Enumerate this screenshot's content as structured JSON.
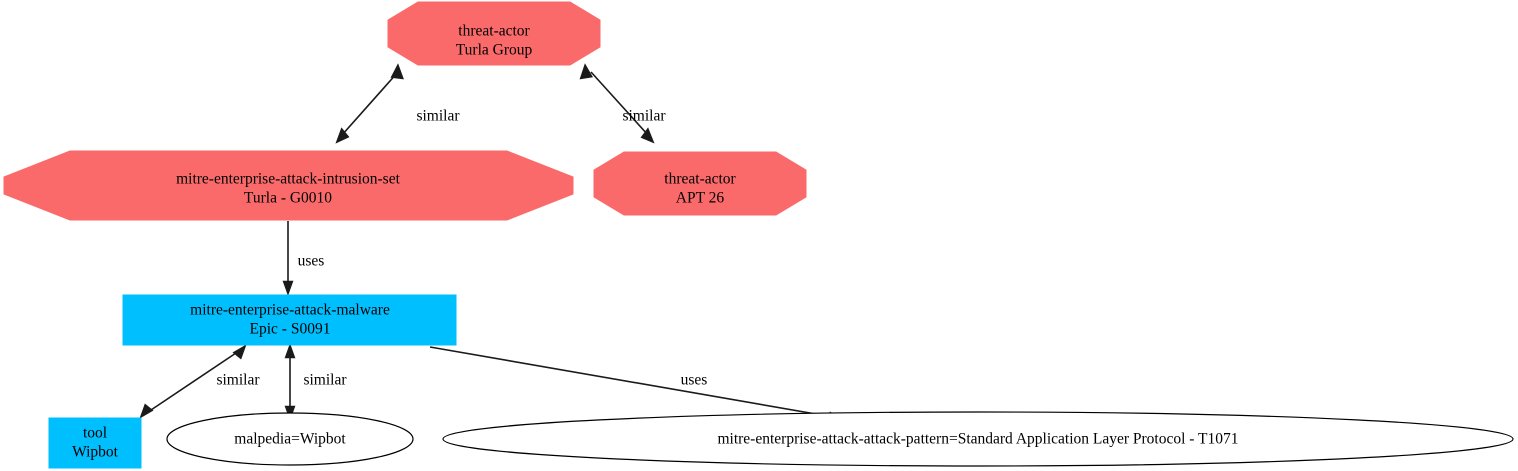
{
  "graph": {
    "title": "STIX relationship graph",
    "background_color": "#ffffff",
    "palette": {
      "threat_actor_fill": "#FB6A6A",
      "intrusion_set_fill": "#FB6A6A",
      "malware_fill": "#00BFFF",
      "tool_fill": "#00BFFF",
      "ellipse_fill": "#ffffff",
      "edge_color": "#1a1a1a",
      "text_color": "#000000"
    },
    "nodes": [
      {
        "id": "turla-group",
        "shape": "octagon",
        "fill": "#FB6A6A",
        "line1": "threat-actor",
        "line2": "Turla Group"
      },
      {
        "id": "turla-g0010",
        "shape": "octagon",
        "fill": "#FB6A6A",
        "line1": "mitre-enterprise-attack-intrusion-set",
        "line2": "Turla - G0010"
      },
      {
        "id": "apt-26",
        "shape": "octagon",
        "fill": "#FB6A6A",
        "line1": "threat-actor",
        "line2": "APT 26"
      },
      {
        "id": "epic-s0091",
        "shape": "box",
        "fill": "#00BFFF",
        "line1": "mitre-enterprise-attack-malware",
        "line2": "Epic - S0091"
      },
      {
        "id": "tool-wipbot",
        "shape": "box",
        "fill": "#00BFFF",
        "line1": "tool",
        "line2": "Wipbot"
      },
      {
        "id": "malpedia-wipbot",
        "shape": "ellipse",
        "fill": "#ffffff",
        "line1": "malpedia=Wipbot",
        "line2": ""
      },
      {
        "id": "attack-pattern-t1071",
        "shape": "ellipse",
        "fill": "#ffffff",
        "line1": "mitre-enterprise-attack-attack-pattern=Standard Application Layer Protocol - T1071",
        "line2": ""
      }
    ],
    "edges": [
      {
        "id": "turla-group-to-turla-g0010",
        "label": "similar",
        "source": "turla-group",
        "target": "turla-g0010",
        "direction": "both"
      },
      {
        "id": "turla-group-to-apt-26",
        "label": "similar",
        "source": "turla-group",
        "target": "apt-26",
        "direction": "both"
      },
      {
        "id": "turla-g0010-to-epic-s0091",
        "label": "uses",
        "source": "turla-g0010",
        "target": "epic-s0091",
        "direction": "forward"
      },
      {
        "id": "epic-s0091-to-tool-wipbot",
        "label": "similar",
        "source": "epic-s0091",
        "target": "tool-wipbot",
        "direction": "both"
      },
      {
        "id": "epic-s0091-to-malpedia-wipbot",
        "label": "similar",
        "source": "epic-s0091",
        "target": "malpedia-wipbot",
        "direction": "both"
      },
      {
        "id": "epic-s0091-to-attack-pattern-t1071",
        "label": "uses",
        "source": "epic-s0091",
        "target": "attack-pattern-t1071",
        "direction": "forward"
      }
    ]
  }
}
